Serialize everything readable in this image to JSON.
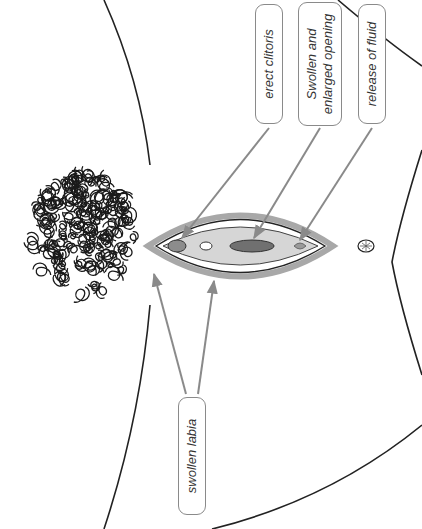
{
  "diagram": {
    "nodes": [
      {
        "text": [
          "erect clitoris"
        ]
      },
      {
        "text": [
          "Swollen and enlarged opening"
        ]
      },
      {
        "text": [
          "release of fluid"
        ]
      },
      {
        "text": [
          "swollen labia"
        ]
      }
    ]
  }
}
